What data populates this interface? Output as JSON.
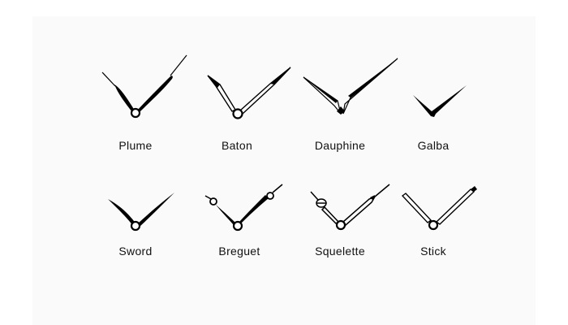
{
  "hand_styles": [
    {
      "name": "Plume"
    },
    {
      "name": "Baton"
    },
    {
      "name": "Dauphine"
    },
    {
      "name": "Galba"
    },
    {
      "name": "Sword"
    },
    {
      "name": "Breguet"
    },
    {
      "name": "Squelette"
    },
    {
      "name": "Stick"
    }
  ],
  "colors": {
    "ink": "#000000",
    "background": "#fafafa",
    "text": "#111111"
  }
}
